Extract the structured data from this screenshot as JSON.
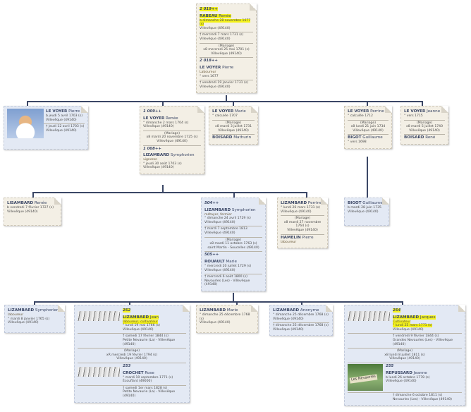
{
  "cards": [
    {
      "id": "root",
      "theme": "beige",
      "sections": [
        {
          "items": [
            {
              "t": "num",
              "text": "2 019++",
              "hl": true
            },
            {
              "t": "name",
              "surname": "RABEAU",
              "given": "Renée",
              "hl": true
            },
            {
              "t": "ev",
              "text": "b dimanche 28 novembre 1677 (s)",
              "hl": true
            },
            {
              "t": "ev",
              "text": "Villevêque (49140)"
            }
          ]
        },
        {
          "items": [
            {
              "t": "ev",
              "text": "† mercredi 7 mars 1731 (s)"
            },
            {
              "t": "ev",
              "text": "Villevêque (49140)"
            }
          ]
        },
        {
          "center": true,
          "items": [
            {
              "t": "ev",
              "text": "(Mariage)"
            },
            {
              "t": "ev",
              "text": "x8 mercredi 25 mai 1701 (s)"
            },
            {
              "t": "ev",
              "text": "Villevêque (49140)"
            }
          ]
        },
        {
          "items": [
            {
              "t": "num",
              "text": "2 018++"
            },
            {
              "t": "name",
              "surname": "LE VOYER",
              "given": "Pierre"
            },
            {
              "t": "occ",
              "text": "Laboureur"
            },
            {
              "t": "ev",
              "text": "° vers 1677"
            }
          ]
        },
        {
          "items": [
            {
              "t": "ev",
              "text": "† vendredi 19 janvier 1731 (s)"
            },
            {
              "t": "ev",
              "text": "Villevêque (49140)"
            }
          ]
        }
      ]
    },
    {
      "id": "pierre",
      "theme": "blue",
      "image": "cherub",
      "sections": [
        {
          "items": [
            {
              "t": "name",
              "surname": "LE VOYER",
              "given": "Pierre"
            },
            {
              "t": "ev",
              "text": "b jeudi 5 avril 1703 (s)"
            },
            {
              "t": "ev",
              "text": "Villevêque (49140)"
            }
          ]
        },
        {
          "items": [
            {
              "t": "ev",
              "text": "† jeudi 12 avril 1703 (s)"
            },
            {
              "t": "ev",
              "text": "Villevêque (49140)"
            }
          ]
        }
      ]
    },
    {
      "id": "renee1009",
      "theme": "beige",
      "sections": [
        {
          "items": [
            {
              "t": "num",
              "text": "1 009++"
            },
            {
              "t": "name",
              "surname": "LE VOYER",
              "given": "Renée"
            },
            {
              "t": "ev",
              "text": "° dimanche 2 mars 1704 (s)"
            },
            {
              "t": "ev",
              "text": "Villevêque (49140)"
            }
          ]
        },
        {
          "center": true,
          "items": [
            {
              "t": "ev",
              "text": "(Mariage)"
            },
            {
              "t": "ev",
              "text": "x8 mardi 20 novembre 1725 (s)"
            },
            {
              "t": "ev",
              "text": "Villevêque (49140)"
            }
          ]
        },
        {
          "items": [
            {
              "t": "num",
              "text": "1 008++"
            },
            {
              "t": "name",
              "surname": "LIZAMBARD",
              "given": "Symphorien"
            },
            {
              "t": "occ",
              "text": "vigneron"
            },
            {
              "t": "ev",
              "text": "° jeudi 30 août 1703 (s)"
            },
            {
              "t": "ev",
              "text": "Villevêque (49140)"
            }
          ]
        }
      ]
    },
    {
      "id": "marie",
      "theme": "beige",
      "sections": [
        {
          "items": [
            {
              "t": "name",
              "surname": "LE VOYER",
              "given": "Marie"
            },
            {
              "t": "ev",
              "text": "° calculée 1707"
            }
          ]
        },
        {
          "center": true,
          "items": [
            {
              "t": "ev",
              "text": "(Mariage)"
            },
            {
              "t": "ev",
              "text": "x8 mardi 3 juillet 1731"
            },
            {
              "t": "ev",
              "text": "Villevêque (49140)"
            }
          ]
        },
        {
          "items": [
            {
              "t": "name",
              "surname": "BOISARD",
              "given": "Mathurin"
            }
          ]
        }
      ]
    },
    {
      "id": "perrine",
      "theme": "beige",
      "sections": [
        {
          "items": [
            {
              "t": "name",
              "surname": "LE VOYER",
              "given": "Perrine"
            },
            {
              "t": "ev",
              "text": "° calculée 1712"
            }
          ]
        },
        {
          "center": true,
          "items": [
            {
              "t": "ev",
              "text": "(Mariage)"
            },
            {
              "t": "ev",
              "text": "x8 lundi 21 juin 1734"
            },
            {
              "t": "ev",
              "text": "Villevêque (49140)"
            }
          ]
        },
        {
          "items": [
            {
              "t": "name",
              "surname": "BIGOT",
              "given": "Guillaume"
            },
            {
              "t": "ev",
              "text": "° vers 1698"
            }
          ]
        }
      ]
    },
    {
      "id": "jeanne",
      "theme": "beige",
      "sections": [
        {
          "items": [
            {
              "t": "name",
              "surname": "LE VOYER",
              "given": "Jeanne"
            },
            {
              "t": "ev",
              "text": "° vers 1715"
            }
          ]
        },
        {
          "center": true,
          "items": [
            {
              "t": "ev",
              "text": "(Mariage)"
            },
            {
              "t": "ev",
              "text": "x8 mardi 5 juillet 1740"
            },
            {
              "t": "ev",
              "text": "Villevêque (49140)"
            }
          ]
        },
        {
          "items": [
            {
              "t": "name",
              "surname": "BOISARD",
              "given": "René"
            }
          ]
        }
      ]
    },
    {
      "id": "reneeL",
      "theme": "beige",
      "sections": [
        {
          "items": [
            {
              "t": "name",
              "surname": "LISAMBARD",
              "given": "Renée"
            },
            {
              "t": "ev",
              "text": "b vendredi 7 février 1727 (s)"
            },
            {
              "t": "ev",
              "text": "Villevêque (49140)"
            }
          ]
        }
      ]
    },
    {
      "id": "symph504",
      "theme": "blue",
      "sections": [
        {
          "items": [
            {
              "t": "num",
              "text": "504++"
            },
            {
              "t": "name",
              "surname": "LIZAMBARD",
              "given": "Symphorien"
            },
            {
              "t": "occ",
              "text": "métayer, fermier"
            },
            {
              "t": "ev",
              "text": "° dimanche 24 avril 1729 (s)"
            },
            {
              "t": "ev",
              "text": "Villevêque (49140)"
            }
          ]
        },
        {
          "items": [
            {
              "t": "ev",
              "text": "† mardi 7 septembre 1813"
            },
            {
              "t": "ev",
              "text": "Villevêque (49140)"
            }
          ]
        },
        {
          "center": true,
          "items": [
            {
              "t": "ev",
              "text": "(Mariage)"
            },
            {
              "t": "ev",
              "text": "x8 mardi 11 octobre 1763 (s)"
            },
            {
              "t": "ev",
              "text": "saint Martin - Soucelles (49140)"
            }
          ]
        },
        {
          "items": [
            {
              "t": "num",
              "text": "505++"
            },
            {
              "t": "name",
              "surname": "ROUAULT",
              "given": "Marie"
            },
            {
              "t": "ev",
              "text": "° mercredi 20 juillet 1729 (s)"
            },
            {
              "t": "ev",
              "text": "Villevêque (49140)"
            }
          ]
        },
        {
          "items": [
            {
              "t": "ev",
              "text": "† mercredi 6 août 1800 (s)"
            },
            {
              "t": "ev",
              "text": "Nevaurles (Les) - Villevêque (49140)"
            }
          ]
        }
      ]
    },
    {
      "id": "perrineL",
      "theme": "beige",
      "sections": [
        {
          "items": [
            {
              "t": "name",
              "surname": "LIZAMBARD",
              "given": "Perrine"
            },
            {
              "t": "ev",
              "text": "° lundi 26 mars 1731 (s)"
            },
            {
              "t": "ev",
              "text": "Villevêque (49140)"
            }
          ]
        },
        {
          "center": true,
          "items": [
            {
              "t": "ev",
              "text": "(Mariage)"
            },
            {
              "t": "ev",
              "text": "x8 mardi 27 novembre 1764 (s)"
            },
            {
              "t": "ev",
              "text": "Villevêque (49140)"
            }
          ]
        },
        {
          "items": [
            {
              "t": "name",
              "surname": "HAMELIN",
              "given": "Pierre"
            },
            {
              "t": "occ",
              "text": "laboureur"
            }
          ]
        }
      ]
    },
    {
      "id": "bigot",
      "theme": "blue",
      "sections": [
        {
          "items": [
            {
              "t": "name",
              "surname": "BIGOT",
              "given": "Guillaume"
            },
            {
              "t": "ev",
              "text": "b mardi 28 juin 1735"
            },
            {
              "t": "ev",
              "text": "Villevêque (49140)"
            }
          ]
        }
      ]
    },
    {
      "id": "symphL",
      "theme": "blue",
      "sections": [
        {
          "items": [
            {
              "t": "name",
              "surname": "LIZAMBARD",
              "given": "Symphorien"
            },
            {
              "t": "occ",
              "text": "laboureur"
            },
            {
              "t": "ev",
              "text": "° mardi 8 janvier 1765 (s)"
            },
            {
              "t": "ev",
              "text": "Villevêque (49140)"
            }
          ]
        }
      ]
    },
    {
      "id": "jean",
      "theme": "blue",
      "sections": [
        {
          "image": "sig",
          "items": [
            {
              "t": "num",
              "text": "252",
              "hl": true
            },
            {
              "t": "name",
              "surname": "LIZAMBARD",
              "given": "Jean",
              "hl": true
            },
            {
              "t": "occ",
              "text": "laboureur, cultivateur",
              "hl": true
            },
            {
              "t": "ev",
              "text": "° lundi 19 mai 1766 (s)"
            },
            {
              "t": "ev",
              "text": "Villevêque (49140)"
            }
          ]
        },
        {
          "indent": true,
          "items": [
            {
              "t": "ev",
              "text": "† samedi 17 février 1844 (s)"
            },
            {
              "t": "ev",
              "text": "Petite Nevaurie (La) - Villevêque (49140)"
            }
          ]
        },
        {
          "center": true,
          "items": [
            {
              "t": "ev",
              "text": "(Mariage)"
            },
            {
              "t": "ev",
              "text": "xR mercredi 19 février 1794 (s)"
            },
            {
              "t": "ev",
              "text": "Villevêque (49140)"
            }
          ]
        },
        {
          "image": "sig",
          "items": [
            {
              "t": "num",
              "text": "253"
            },
            {
              "t": "name",
              "surname": "CROCHET",
              "given": "Rose"
            },
            {
              "t": "ev",
              "text": "° mardi 10 septembre 1771 (s)"
            },
            {
              "t": "ev",
              "text": "Écouflant (49000)"
            }
          ]
        },
        {
          "indent": true,
          "items": [
            {
              "t": "ev",
              "text": "† samedi 1er mars 1828 (s)"
            },
            {
              "t": "ev",
              "text": "Petite Nevaurie (La) - Villevêque (49140)"
            }
          ]
        }
      ]
    },
    {
      "id": "marieL",
      "theme": "beige",
      "sections": [
        {
          "items": [
            {
              "t": "name",
              "surname": "LIZAMBARD",
              "given": "Marie"
            },
            {
              "t": "ev",
              "text": "° dimanche 25 décembre 1768 (s)"
            },
            {
              "t": "ev",
              "text": "Villevêque (49140)"
            }
          ]
        }
      ]
    },
    {
      "id": "anon",
      "theme": "blue",
      "sections": [
        {
          "items": [
            {
              "t": "name",
              "surname": "LIZAMBARD",
              "given": "Anonyme"
            },
            {
              "t": "ev",
              "text": "° dimanche 25 décembre 1768 (s)"
            },
            {
              "t": "ev",
              "text": "Villevêque (49140)"
            }
          ]
        },
        {
          "items": [
            {
              "t": "ev",
              "text": "† dimanche 25 décembre 1768 (s)"
            },
            {
              "t": "ev",
              "text": "Villevêque (49140)"
            }
          ]
        }
      ]
    },
    {
      "id": "jacques",
      "theme": "blue",
      "sections": [
        {
          "image": "sig",
          "items": [
            {
              "t": "num",
              "text": "254",
              "hl": true
            },
            {
              "t": "name",
              "surname": "LIZAMBARD",
              "given": "Jacques",
              "hl": true
            },
            {
              "t": "occ",
              "text": "Cultivateur",
              "hl": true
            },
            {
              "t": "ev",
              "text": "° lundi 25 mars 1771 (s)",
              "hl": true
            },
            {
              "t": "ev",
              "text": "Villevêque (49140)"
            }
          ]
        },
        {
          "indent": true,
          "items": [
            {
              "t": "ev",
              "text": "† vendredi 9 février 1844 (s)"
            },
            {
              "t": "ev",
              "text": "Grandes Nevaurles (Les) - Villevêque (49140)"
            }
          ]
        },
        {
          "center": true,
          "items": [
            {
              "t": "ev",
              "text": "(Mariage)"
            },
            {
              "t": "ev",
              "text": "x8 lundi 8 juillet 1811 (s)"
            },
            {
              "t": "ev",
              "text": "Villevêque (49140)"
            }
          ]
        },
        {
          "image": "photo",
          "image_caption": "Les Nevauries",
          "items": [
            {
              "t": "num",
              "text": "255"
            },
            {
              "t": "name",
              "surname": "REPUSSARD",
              "given": "Jeanne"
            },
            {
              "t": "ev",
              "text": "b lundi 26 octobre 1778 (s)"
            },
            {
              "t": "ev",
              "text": "Villevêque (49140)"
            }
          ]
        },
        {
          "indent": true,
          "items": [
            {
              "t": "ev",
              "text": "† dimanche 6 octobre 1811 (s)"
            },
            {
              "t": "ev",
              "text": "Nevaurles (Les) - Villevêque (49140)"
            }
          ]
        }
      ]
    }
  ]
}
